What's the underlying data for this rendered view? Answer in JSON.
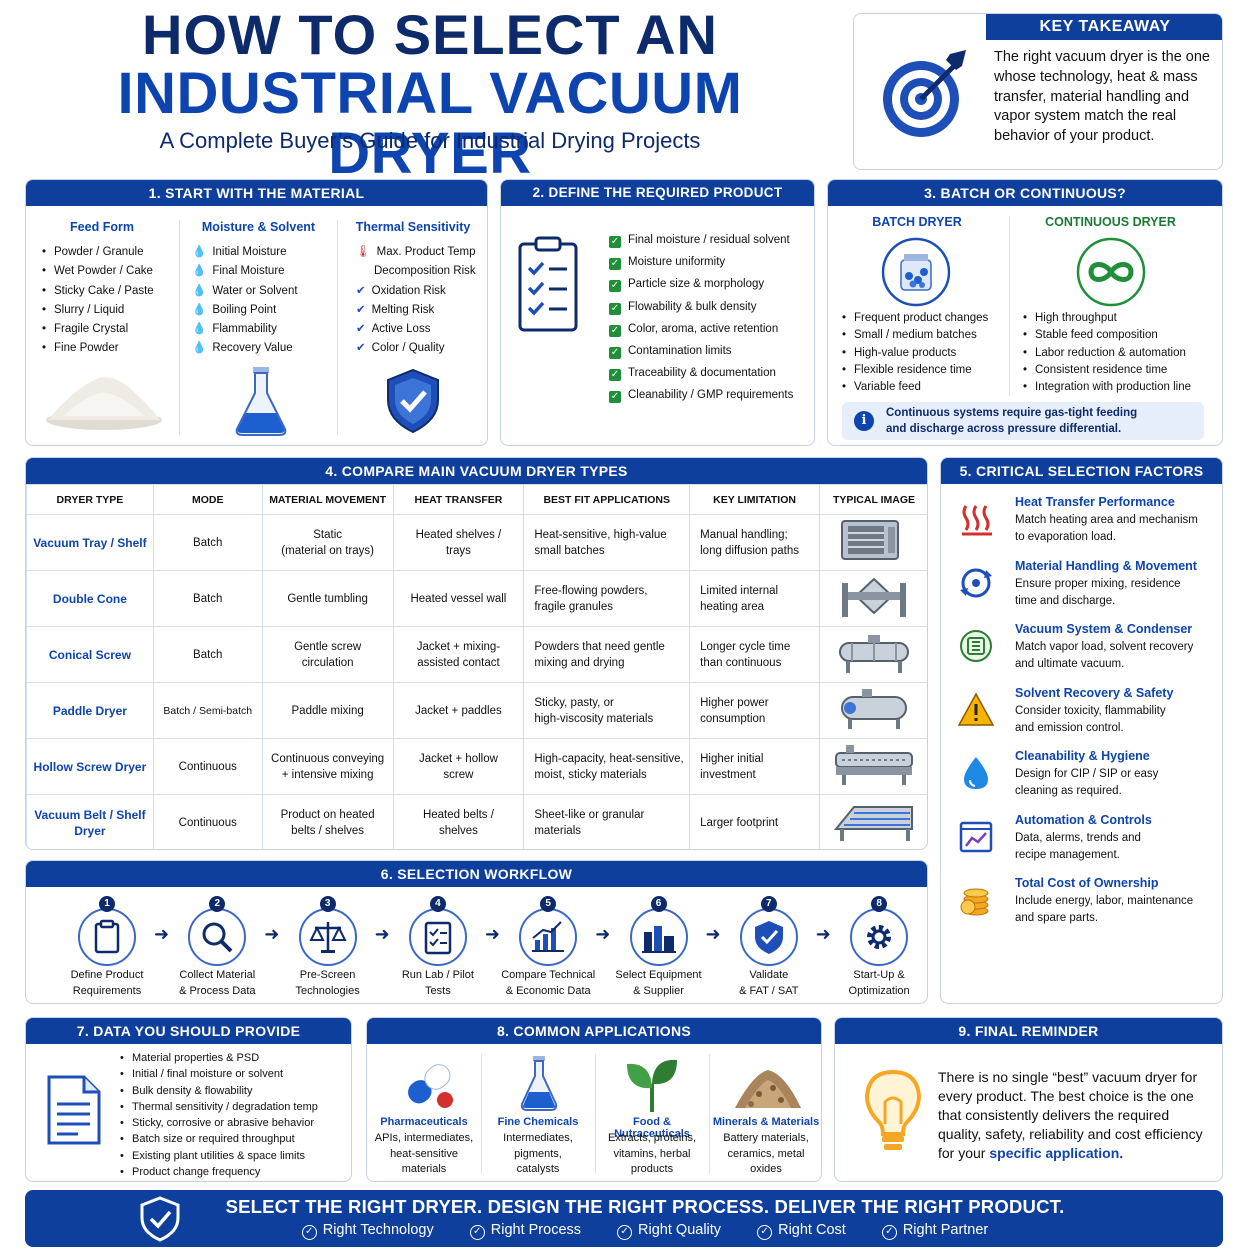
{
  "header": {
    "title_line1": "HOW TO SELECT AN",
    "title_line2": "INDUSTRIAL VACUUM DRYER",
    "subtitle": "A Complete Buyer’s Guide for Industrial Drying Projects"
  },
  "takeaway": {
    "title": "KEY TAKEAWAY",
    "text": "The right vacuum dryer is the one whose technology, heat & mass transfer, material handling and vapor system match the real behavior of your product."
  },
  "material": {
    "title": "1. START WITH THE MATERIAL",
    "cols": [
      {
        "heading": "Feed Form",
        "items": [
          "Powder / Granule",
          "Wet Powder / Cake",
          "Sticky Cake / Paste",
          "Slurry / Liquid",
          "Fragile Crystal",
          "Fine Powder"
        ]
      },
      {
        "heading": "Moisture & Solvent",
        "items": [
          "Initial Moisture",
          "Final Moisture",
          "Water or Solvent",
          "Boiling Point",
          "Flammability",
          "Recovery Value"
        ]
      },
      {
        "heading": "Thermal Sensitivity",
        "items": [
          "Max. Product Temp",
          "Decomposition Risk",
          "Oxidation Risk",
          "Melting Risk",
          "Active Loss",
          "Color / Quality"
        ]
      }
    ]
  },
  "quality": {
    "title": "2. DEFINE THE REQUIRED PRODUCT QUALITY",
    "items": [
      "Final moisture / residual solvent",
      "Moisture uniformity",
      "Particle size & morphology",
      "Flowability & bulk density",
      "Color, aroma, active retention",
      "Contamination limits",
      "Traceability & documentation",
      "Cleanability / GMP requirements"
    ]
  },
  "batch": {
    "title": "3. BATCH OR CONTINUOUS?",
    "batch_heading": "BATCH DRYER",
    "batch_items": [
      "Frequent product changes",
      "Small / medium batches",
      "High-value products",
      "Flexible residence time",
      "Variable feed"
    ],
    "cont_heading": "CONTINUOUS DRYER",
    "cont_items": [
      "High throughput",
      "Stable feed composition",
      "Labor reduction & automation",
      "Consistent residence time",
      "Integration with production line"
    ],
    "note_line1": "Continuous systems require gas-tight feeding",
    "note_line2": "and discharge across pressure differential."
  },
  "types": {
    "title": "4. COMPARE MAIN VACUUM DRYER TYPES",
    "headers": [
      "DRYER TYPE",
      "MODE",
      "MATERIAL MOVEMENT",
      "HEAT TRANSFER",
      "BEST FIT APPLICATIONS",
      "KEY LIMITATION",
      "TYPICAL IMAGE"
    ],
    "rows": [
      {
        "name": [
          "Vacuum Tray / Shelf"
        ],
        "mode": "Batch",
        "move": [
          "Static",
          "(material on trays)"
        ],
        "heat": [
          "Heated shelves /",
          "trays"
        ],
        "fit": [
          "Heat-sensitive, high-value",
          "small batches"
        ],
        "limit": [
          "Manual handling;",
          "long diffusion paths"
        ]
      },
      {
        "name": [
          "Double Cone"
        ],
        "mode": "Batch",
        "move": [
          "Gentle tumbling"
        ],
        "heat": [
          "Heated vessel wall"
        ],
        "fit": [
          "Free-flowing powders,",
          "fragile granules"
        ],
        "limit": [
          "Limited internal",
          "heating area"
        ]
      },
      {
        "name": [
          "Conical Screw"
        ],
        "mode": "Batch",
        "move": [
          "Gentle screw",
          "circulation"
        ],
        "heat": [
          "Jacket + mixing-",
          "assisted contact"
        ],
        "fit": [
          "Powders that need gentle",
          "mixing and drying"
        ],
        "limit": [
          "Longer cycle time",
          "than continuous"
        ]
      },
      {
        "name": [
          "Paddle Dryer"
        ],
        "mode": "Batch / Semi-batch",
        "move": [
          "Paddle mixing"
        ],
        "heat": [
          "Jacket + paddles"
        ],
        "fit": [
          "Sticky, pasty, or",
          "high-viscosity materials"
        ],
        "limit": [
          "Higher power",
          "consumption"
        ]
      },
      {
        "name": [
          "Hollow Screw Dryer"
        ],
        "mode": "Continuous",
        "move": [
          "Continuous conveying",
          "+ intensive mixing"
        ],
        "heat": [
          "Jacket + hollow",
          "screw"
        ],
        "fit": [
          "High-capacity, heat-sensitive,",
          "moist, sticky materials"
        ],
        "limit": [
          "Higher initial",
          "investment"
        ]
      },
      {
        "name": [
          "Vacuum Belt / Shelf",
          "Dryer"
        ],
        "mode": "Continuous",
        "move": [
          "Product on heated",
          "belts / shelves"
        ],
        "heat": [
          "Heated belts /",
          "shelves"
        ],
        "fit": [
          "Sheet-like or granular",
          "materials"
        ],
        "limit": [
          "Larger footprint"
        ]
      }
    ]
  },
  "factors": {
    "title": "5. CRITICAL SELECTION FACTORS",
    "items": [
      {
        "title": "Heat Transfer Performance",
        "desc": [
          "Match heating area and mechanism",
          "to evaporation load."
        ]
      },
      {
        "title": "Material Handling & Movement",
        "desc": [
          "Ensure proper mixing, residence",
          "time and discharge."
        ]
      },
      {
        "title": "Vacuum System & Condenser",
        "desc": [
          "Match vapor load, solvent recovery",
          "and ultimate vacuum."
        ]
      },
      {
        "title": "Solvent Recovery & Safety",
        "desc": [
          "Consider toxicity, flammability",
          "and emission control."
        ]
      },
      {
        "title": "Cleanability & Hygiene",
        "desc": [
          "Design for CIP / SIP or easy",
          "cleaning as required."
        ]
      },
      {
        "title": "Automation & Controls",
        "desc": [
          "Data, alerms, trends and",
          "recipe management."
        ]
      },
      {
        "title": "Total Cost of Ownership",
        "desc": [
          "Include energy, labor, maintenance",
          "and spare parts."
        ]
      }
    ]
  },
  "workflow": {
    "title": "6. SELECTION WORKFLOW",
    "steps": [
      {
        "num": "1",
        "l1": "Define Product",
        "l2": "Requirements"
      },
      {
        "num": "2",
        "l1": "Collect Material",
        "l2": "& Process Data"
      },
      {
        "num": "3",
        "l1": "Pre-Screen",
        "l2": "Technologies"
      },
      {
        "num": "4",
        "l1": "Run Lab / Pilot",
        "l2": "Tests"
      },
      {
        "num": "5",
        "l1": "Compare Technical",
        "l2": "& Economic Data"
      },
      {
        "num": "6",
        "l1": "Select Equipment",
        "l2": "& Supplier"
      },
      {
        "num": "7",
        "l1": "Validate",
        "l2": "& FAT / SAT"
      },
      {
        "num": "8",
        "l1": "Start-Up &",
        "l2": "Optimization"
      }
    ]
  },
  "provide": {
    "title": "7. DATA YOU SHOULD PROVIDE",
    "items": [
      "Material properties & PSD",
      "Initial / final moisture or solvent",
      "Bulk density & flowability",
      "Thermal sensitivity / degradation temp",
      "Sticky, corrosive or abrasive behavior",
      "Batch size or required throughput",
      "Existing plant utilities & space limits",
      "Product change frequency"
    ]
  },
  "apps": {
    "title": "8. COMMON APPLICATIONS",
    "items": [
      {
        "title": "Pharmaceuticals",
        "desc": [
          "APIs, intermediates,",
          "heat-sensitive",
          "materials"
        ]
      },
      {
        "title": "Fine Chemicals",
        "desc": [
          "Intermediates,",
          "pigments,",
          "catalysts"
        ]
      },
      {
        "title": "Food & Nutraceuticals",
        "desc": [
          "Extracts, proteins,",
          "vitamins, herbal",
          "products"
        ]
      },
      {
        "title": "Minerals & Materials",
        "desc": [
          "Battery materials,",
          "ceramics, metal",
          "oxides"
        ]
      }
    ]
  },
  "reminder": {
    "title": "9. FINAL REMINDER",
    "text": "There is no single “best” vacuum dryer for every product. The best choice is the one that consistently delivers the required quality, safety, reliability and cost efficiency for your ",
    "highlight": "specific application."
  },
  "footer": {
    "slogan": "SELECT THE RIGHT DRYER. DESIGN THE RIGHT PROCESS. DELIVER THE RIGHT PRODUCT.",
    "checks": [
      "Right Technology",
      "Right Process",
      "Right Quality",
      "Right Cost",
      "Right Partner"
    ]
  },
  "colors": {
    "navy": "#0d2a6b",
    "blue": "#0e44b0",
    "header": "#0e3f9c",
    "green": "#1f8f3a"
  }
}
